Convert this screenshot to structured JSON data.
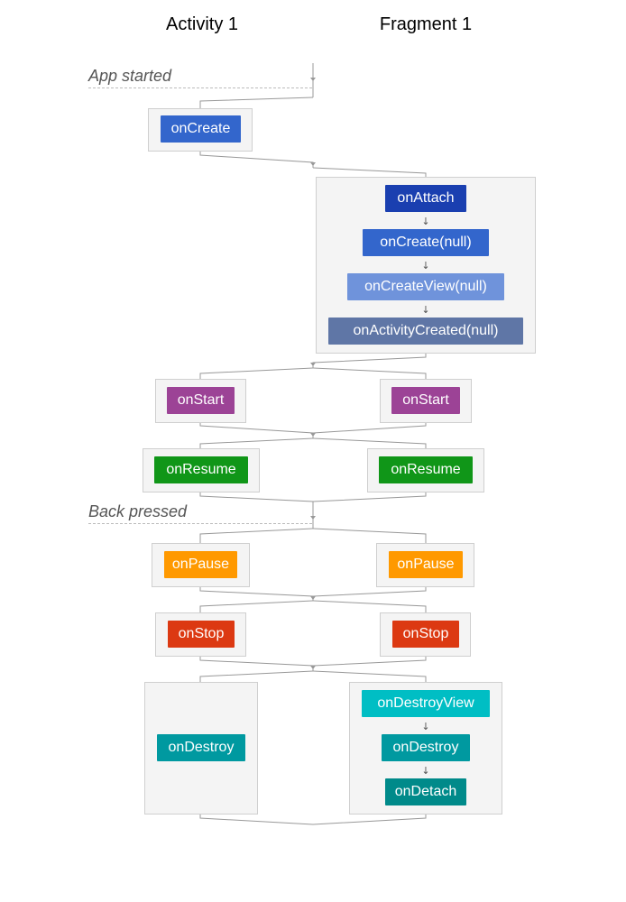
{
  "headers": {
    "activity": "Activity 1",
    "fragment": "Fragment 1"
  },
  "events": {
    "app_started": "App started",
    "back_pressed": "Back pressed"
  },
  "activity": {
    "on_create": "onCreate",
    "on_start": "onStart",
    "on_resume": "onResume",
    "on_pause": "onPause",
    "on_stop": "onStop",
    "on_destroy": "onDestroy"
  },
  "fragment": {
    "on_attach": "onAttach",
    "on_create": "onCreate(null)",
    "on_create_view": "onCreateView(null)",
    "on_activity_created": "onActivityCreated(null)",
    "on_start": "onStart",
    "on_resume": "onResume",
    "on_pause": "onPause",
    "on_stop": "onStop",
    "on_destroy_view": "onDestroyView",
    "on_destroy": "onDestroy",
    "on_detach": "onDetach"
  },
  "colors": {
    "create": "#3366cc",
    "attach": "#1a3fb0",
    "create_view": "#6f93db",
    "activity_created": "#5f76a6",
    "start": "#9c4396",
    "resume": "#109618",
    "pause": "#ff9900",
    "stop": "#dc3912",
    "destroy_view": "#00bec4",
    "destroy": "#0099a0",
    "detach": "#008a8a"
  }
}
